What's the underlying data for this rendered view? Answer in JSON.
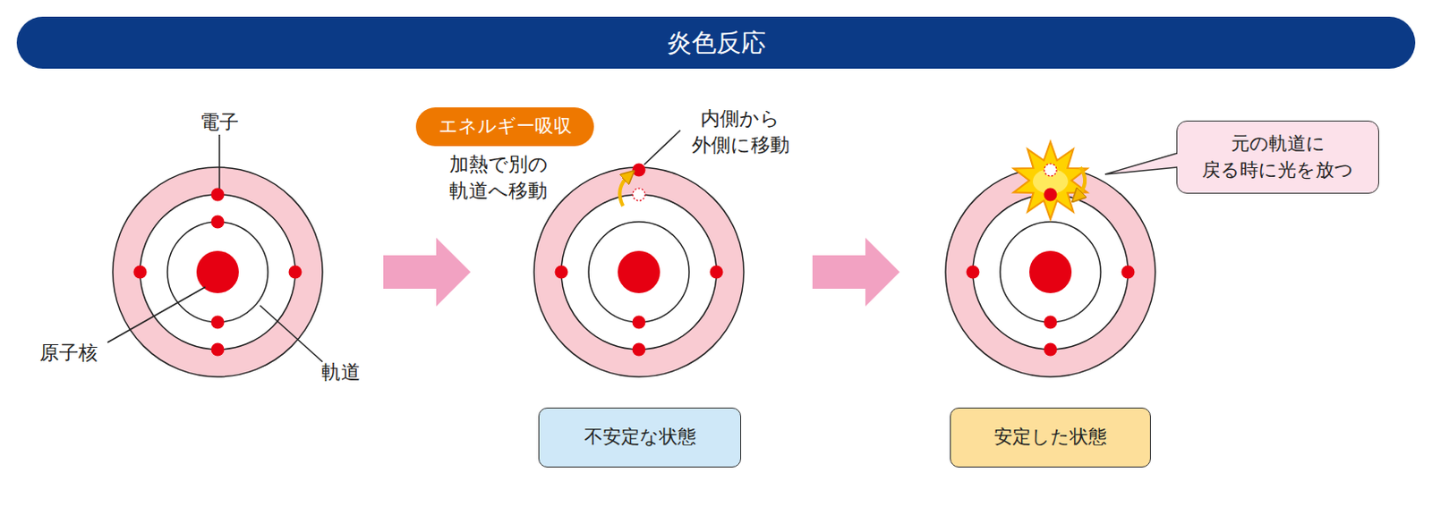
{
  "diagram": {
    "title": "炎色反応",
    "nodes": [
      {
        "text": [
          "エネルギー吸収"
        ]
      },
      {
        "text": [
          "不安定な状態"
        ]
      },
      {
        "text": [
          "元の軌道に 戻る時に光を放つ"
        ]
      },
      {
        "text": [
          "安定した状態"
        ]
      }
    ],
    "labels": [
      "電子",
      "原子核",
      "軌道",
      "加熱で別の 軌道へ移動",
      "内側から 外側に移動"
    ]
  }
}
